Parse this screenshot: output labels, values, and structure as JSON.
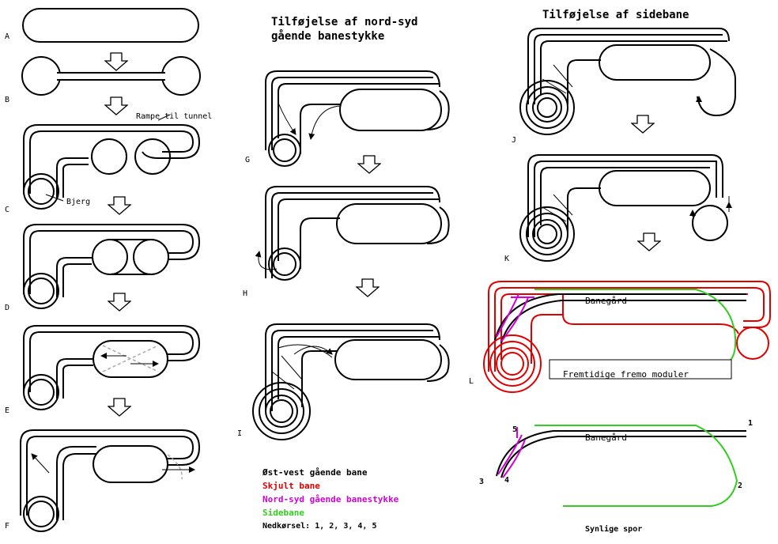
{
  "headings": {
    "nord_syd_line1": "Tilføjelse af nord-syd",
    "nord_syd_line2": "gående banestykke",
    "sidebane": "Tilføjelse af sidebane"
  },
  "step_labels": [
    "A",
    "B",
    "C",
    "D",
    "E",
    "F",
    "G",
    "H",
    "I",
    "J",
    "K",
    "L"
  ],
  "annotations": {
    "rampe": "Rampe til tunnel",
    "bjerg": "Bjerg",
    "banegaard_l": "Banegård",
    "fremo": "Fremtidige fremo moduler",
    "banegaard_m": "Banegård",
    "synlige": "Synlige spor"
  },
  "spor_numbers": [
    "1",
    "2",
    "3",
    "4",
    "5"
  ],
  "legend": {
    "items": [
      {
        "text": "Øst-vest gående bane",
        "color": "#000000"
      },
      {
        "text": "Skjult bane",
        "color": "#e00000"
      },
      {
        "text": "Nord-syd gående banestykke",
        "color": "#d400d4"
      },
      {
        "text": "Sidebane",
        "color": "#33cc22"
      }
    ],
    "nedkorsel": "Nedkørsel: 1, 2, 3, 4, 5"
  }
}
